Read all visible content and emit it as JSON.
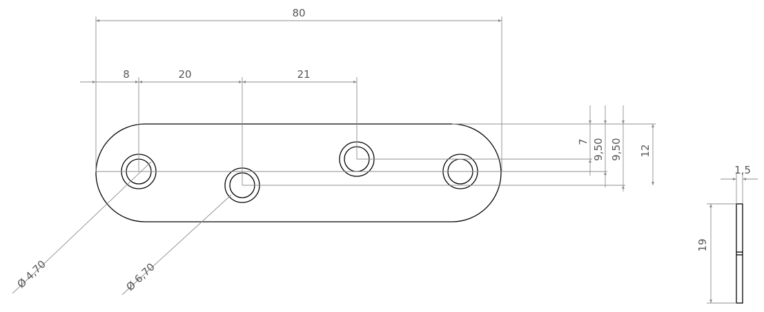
{
  "top_view": {
    "overall_length": "80",
    "hole1_offset": "8",
    "hole_spacing_a": "20",
    "hole_spacing_b": "21",
    "offset_top_hole": "7",
    "offset_hole_a": "9,50",
    "offset_hole_b": "9,50",
    "width": "12",
    "small_hole_diameter": "Ø 4,70",
    "large_hole_diameter": "Ø 6,70"
  },
  "side_view": {
    "thickness": "1,5",
    "height": "19"
  },
  "colors": {
    "part_outline": "#000000",
    "dimension_lines": "#8c8c8c",
    "dimension_text": "#555555"
  }
}
